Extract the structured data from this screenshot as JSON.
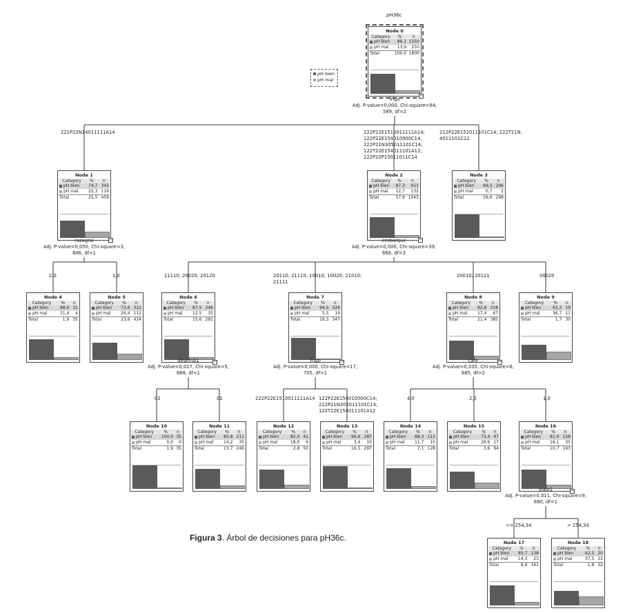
{
  "title": "pH36c",
  "legend": [
    "pH bien",
    "pH mal"
  ],
  "colors": {
    "bien": "#5a5a5a",
    "mal": "#a6a6a6"
  },
  "header": {
    "category": "Category",
    "pct": "%",
    "n": "n"
  },
  "total_label": "Total",
  "nodes": {
    "n0": {
      "label": "Node 0",
      "rows": [
        [
          "pH bien",
          "86,1",
          "1550"
        ],
        [
          "pH mal",
          "13,9",
          "250"
        ]
      ],
      "total": [
        "100,0",
        "1800"
      ],
      "bien": 0.861
    },
    "n1": {
      "label": "Node 1",
      "rows": [
        [
          "pH bien",
          "74,7",
          "343"
        ],
        [
          "pH mal",
          "25,3",
          "116"
        ]
      ],
      "total": [
        "25,5",
        "459"
      ],
      "bien": 0.747
    },
    "n2": {
      "label": "Node 2",
      "rows": [
        [
          "pH bien",
          "87,3",
          "911"
        ],
        [
          "pH mal",
          "12,7",
          "132"
        ]
      ],
      "total": [
        "57,9",
        "1043"
      ],
      "bien": 0.873
    },
    "n3": {
      "label": "Node 3",
      "rows": [
        [
          "pH bien",
          "99,3",
          "296"
        ],
        [
          "pH mal",
          "0,7",
          "2"
        ]
      ],
      "total": [
        "16,6",
        "298"
      ],
      "bien": 0.993
    },
    "n4": {
      "label": "Node 4",
      "rows": [
        [
          "pH bien",
          "88,6",
          "31"
        ],
        [
          "pH mal",
          "11,4",
          "4"
        ]
      ],
      "total": [
        "1,9",
        "35"
      ],
      "bien": 0.886
    },
    "n5": {
      "label": "Node 5",
      "rows": [
        [
          "pH bien",
          "73,6",
          "312"
        ],
        [
          "pH mal",
          "26,4",
          "112"
        ]
      ],
      "total": [
        "23,6",
        "424"
      ],
      "bien": 0.736
    },
    "n6": {
      "label": "Node 6",
      "rows": [
        [
          "pH bien",
          "87,5",
          "246"
        ],
        [
          "pH mal",
          "12,5",
          "35"
        ]
      ],
      "total": [
        "15,6",
        "281"
      ],
      "bien": 0.875
    },
    "n7": {
      "label": "Node 7",
      "rows": [
        [
          "pH bien",
          "94,5",
          "328"
        ],
        [
          "pH mal",
          "5,5",
          "19"
        ]
      ],
      "total": [
        "19,3",
        "347"
      ],
      "bien": 0.945
    },
    "n8": {
      "label": "Node 8",
      "rows": [
        [
          "pH bien",
          "82,6",
          "318"
        ],
        [
          "pH mal",
          "17,4",
          "67"
        ]
      ],
      "total": [
        "21,4",
        "385"
      ],
      "bien": 0.826
    },
    "n9": {
      "label": "Node 9",
      "rows": [
        [
          "pH bien",
          "63,3",
          "19"
        ],
        [
          "pH mal",
          "36,7",
          "11"
        ]
      ],
      "total": [
        "1,7",
        "30"
      ],
      "bien": 0.633
    },
    "n10": {
      "label": "Node 10",
      "rows": [
        [
          "pH bien",
          "100,0",
          "35"
        ],
        [
          "pH mal",
          "0,0",
          "0"
        ]
      ],
      "total": [
        "1,9",
        "35"
      ],
      "bien": 1.0
    },
    "n11": {
      "label": "Node 11",
      "rows": [
        [
          "pH bien",
          "85,8",
          "211"
        ],
        [
          "pH mal",
          "14,2",
          "35"
        ]
      ],
      "total": [
        "13,7",
        "246"
      ],
      "bien": 0.858
    },
    "n12": {
      "label": "Node 12",
      "rows": [
        [
          "pH bien",
          "82,0",
          "41"
        ],
        [
          "pH mal",
          "18,0",
          "9"
        ]
      ],
      "total": [
        "2,8",
        "50"
      ],
      "bien": 0.82
    },
    "n13": {
      "label": "Node 13",
      "rows": [
        [
          "pH bien",
          "96,6",
          "287"
        ],
        [
          "pH mal",
          "3,4",
          "10"
        ]
      ],
      "total": [
        "16,5",
        "297"
      ],
      "bien": 0.966
    },
    "n14": {
      "label": "Node 14",
      "rows": [
        [
          "pH bien",
          "88,3",
          "113"
        ],
        [
          "pH mal",
          "11,7",
          "15"
        ]
      ],
      "total": [
        "7,1",
        "128"
      ],
      "bien": 0.883
    },
    "n15": {
      "label": "Node 15",
      "rows": [
        [
          "pH bien",
          "73,4",
          "47"
        ],
        [
          "pH mal",
          "26,6",
          "17"
        ]
      ],
      "total": [
        "3,6",
        "64"
      ],
      "bien": 0.734
    },
    "n16": {
      "label": "Node 16",
      "rows": [
        [
          "pH bien",
          "81,9",
          "158"
        ],
        [
          "pH mal",
          "18,1",
          "35"
        ]
      ],
      "total": [
        "10,7",
        "193"
      ],
      "bien": 0.819
    },
    "n17": {
      "label": "Node 17",
      "rows": [
        [
          "pH bien",
          "85,7",
          "138"
        ],
        [
          "pH mal",
          "14,3",
          "23"
        ]
      ],
      "total": [
        "8,9",
        "161"
      ],
      "bien": 0.857
    },
    "n18": {
      "label": "Node 18",
      "rows": [
        [
          "pH bien",
          "62,5",
          "20"
        ],
        [
          "pH mal",
          "37,5",
          "12"
        ]
      ],
      "total": [
        "1,8",
        "32"
      ],
      "bien": 0.625
    }
  },
  "splits": {
    "s0": [
      "frigo",
      "Adj. P-value=0,000, Chi-square=94,",
      "589, df=2"
    ],
    "s1": [
      "razagral",
      "Adj. P-value=0,050, Chi-square=3,",
      "846, df=1"
    ],
    "s2": [
      "embarque",
      "Adj. P-value=0,000, Chi-square=39,",
      "668, df=3"
    ],
    "s6": [
      "desemb1",
      "Adj. P-value=0,017, Chi-square=5,",
      "688, df=1"
    ],
    "s7": [
      "frigo",
      "Adj. P-value=0,000, Chi-square=17,",
      "705, df=1"
    ],
    "s8": [
      "cafe",
      "Adj. P-value=0,035, Chi-square=6,",
      "685, df=2"
    ],
    "s16": [
      "viaje1",
      "Adj. P-value=0,011, Chi-square=9,",
      "690, df=1"
    ]
  },
  "branches": {
    "e1": [
      "221P22N14011111A14"
    ],
    "e2": [
      "222P22E1510011111A14;",
      "122P22E154010000C14;",
      "222P21N305011101C14;",
      "122T22E154011101A12;",
      "222P22P15011011C14"
    ],
    "e3": [
      "212P22E152011101C14; 222T21N.",
      "4011101C12"
    ],
    "e4": [
      "2,0"
    ],
    "e5": [
      "1,0"
    ],
    "e6": [
      "11110; 20020; 20120"
    ],
    "e7": [
      "20110; 21110; 10010; 10020; 21010;",
      "21111"
    ],
    "e8": [
      "20010; 20121"
    ],
    "e9": [
      "00020"
    ],
    "e10": [
      "02"
    ],
    "e11": [
      "01"
    ],
    "e12": [
      "222P22E1510011111A14"
    ],
    "e13": [
      "122P22E154010000C14;",
      "222P21N305011101C14;",
      "122T22E154011101A12"
    ],
    "e14": [
      "4,0"
    ],
    "e15": [
      "2,0"
    ],
    "e16": [
      "1,0"
    ],
    "e17": [
      "<= 254,34"
    ],
    "e18": [
      "> 254,34"
    ]
  },
  "caption": {
    "prefix": "Figura 3",
    "text": ". Árbol de decisiones para pH36c."
  }
}
